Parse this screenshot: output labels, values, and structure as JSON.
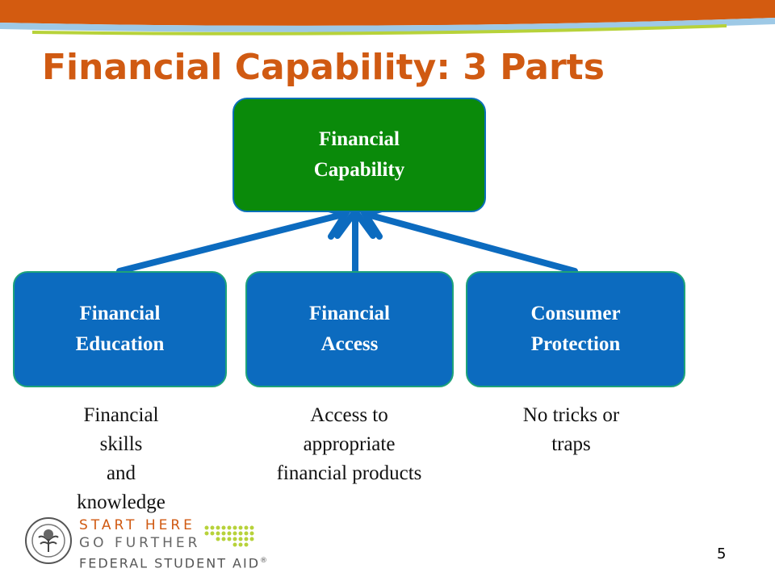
{
  "title": "Financial Capability: 3 Parts",
  "top_node": {
    "line1": "Financial",
    "line2": "Capability"
  },
  "nodes": [
    {
      "line1": "Financial",
      "line2": "Education",
      "caption": [
        "Financial",
        "skills",
        "and",
        "knowledge"
      ]
    },
    {
      "line1": "Financial",
      "line2": "Access",
      "caption": [
        "Access to",
        "appropriate",
        "financial products"
      ]
    },
    {
      "line1": "Consumer",
      "line2": "Protection",
      "caption": [
        "No tricks or",
        "traps"
      ]
    }
  ],
  "logo": {
    "line1": "START HERE",
    "line2": "GO FURTHER",
    "line3": "FEDERAL STUDENT AID",
    "registered": "®"
  },
  "page_number": "5",
  "colors": {
    "title": "#d05a12",
    "top_node": "#0a8a0a",
    "nodes": "#0c6bbf",
    "arrows": "#0c6bbf",
    "banner_orange": "#d05a12",
    "banner_green": "#b7d23a"
  }
}
